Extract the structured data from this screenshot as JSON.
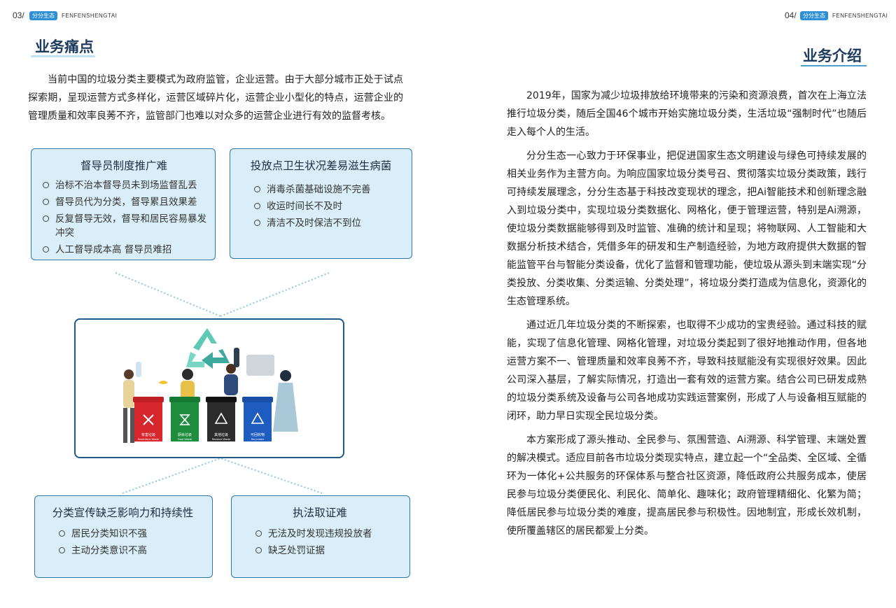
{
  "left_page": {
    "page_number": "03/",
    "brand_pill": "分分生态",
    "brand_en": "FENFENSHENGTAI",
    "section_title": "业务痛点",
    "intro": "当前中国的垃圾分类主要模式为政府监管，企业运营。由于大部分城市正处于试点探索期，呈现运营方式多样化，运营区域碎片化，运营企业小型化的特点，运营企业的管理质量和效率良莠不齐，监管部门也难以对众多的运营企业进行有效的监督考核。",
    "boxes": [
      {
        "title": "督导员制度推广难",
        "items": [
          "治标不治本督导员未到场监督乱丢",
          "督导员代为分类，督导累且效果差",
          "反复督导无效，督导和居民容易暴发冲突",
          "人工督导成本高 督导员难招"
        ]
      },
      {
        "title": "投放点卫生状况差易滋生病菌",
        "items": [
          "消毒杀菌基础设施不完善",
          "收运时间长不及时",
          "清洁不及时保洁不到位"
        ]
      },
      {
        "title": "分类宣传缺乏影响力和持续性",
        "items": [
          "居民分类知识不强",
          "主动分类意识不高"
        ]
      },
      {
        "title": "执法取证难",
        "items": [
          "无法及时发现违规投放者",
          "缺乏处罚证据"
        ]
      }
    ],
    "bins": [
      {
        "label": "有害垃圾",
        "sub": "Hazardous Waste",
        "color": "#d8262d"
      },
      {
        "label": "厨余垃圾",
        "sub": "Food Waste",
        "color": "#1e8e3e"
      },
      {
        "label": "其他垃圾",
        "sub": "Residual Waste",
        "color": "#2b2b2b"
      },
      {
        "label": "可回收物",
        "sub": "Recyclable",
        "color": "#1f5cc0"
      }
    ]
  },
  "right_page": {
    "page_number": "04/",
    "brand_pill": "分分生态",
    "brand_en": "FENFENSHENGTAI",
    "section_title": "业务介绍",
    "paragraphs": [
      "2019年，国家为减少垃圾排放给环境带来的污染和资源浪费，首次在上海立法推行垃圾分类，随后全国46个城市开始实施垃圾分类，生活垃圾“强制时代”也随后走入每个人的生活。",
      "分分生态一心致力于环保事业，把促进国家生态文明建设与绿色可持续发展的相关业务作为主营方向。为响应国家垃圾分类号召、贯彻落实垃圾分类政策，践行可持续发展理念，分分生态基于科技改变现状的理念，把Ai智能技术和创新理念融入到垃圾分类中，实现垃圾分类数据化、网格化，便于管理运营，特别是Ai溯源，使垃圾分类数据能够得到及时监管、准确的统计和呈现；将物联网、人工智能和大数据分析技术结合，凭借多年的研发和生产制造经验，为地方政府提供大数据的智能监管平台与智能分类设备，优化了监督和管理功能，使垃圾从源头到末端实现“分类投放、分类收集、分类运输、分类处理”，将垃圾分类打造成为信息化，资源化的生态管理系统。",
      "通过近几年垃圾分类的不断探索，也取得不少成功的宝贵经验。通过科技的赋能，实现了信息化管理、网格化管理，对垃圾分类起到了很好地推动作用，但各地运营方案不一、管理质量和效率良莠不齐，导致科技赋能没有实现很好效果。因此公司深入基层，了解实际情况，打造出一套有效的运营方案。结合公司已研发成熟的垃圾分类系统及设备与公司各地成功实践运营案例，形成了人与设备相互赋能的闭环，助力早日实现全民垃圾分类。",
      "本方案形成了源头推动、全民参与、氛围营造、Ai溯源、科学管理、末端处置的解决模式。适应目前各市垃圾分类现实特点，建立起一个“全品类、全区域、全循环为一体化+公共服务的环保体系与整合社区资源，降低政府公共服务成本，使居民参与垃圾分类便民化、利民化、简单化、趣味化；政府管理精细化、化繁为简；降低居民参与垃圾分类的难度，提高居民参与积极性。因地制宜，形成长效机制，使所覆盖辖区的居民都爱上分类。"
    ]
  },
  "colors": {
    "box_fill": "#d9eef8",
    "box_border": "#2f78a8",
    "title_color": "#1d3b5c",
    "accent_blue": "#2f8fd6"
  }
}
